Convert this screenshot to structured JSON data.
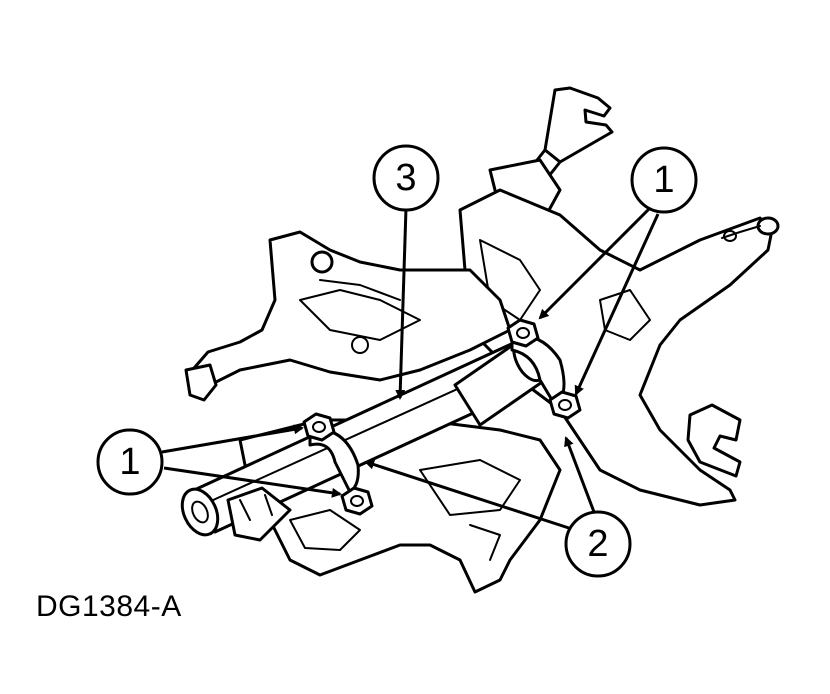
{
  "figure_code": "DG1384-A",
  "callouts": [
    {
      "id": "callout-1-upper",
      "number": "1"
    },
    {
      "id": "callout-1-lower",
      "number": "1"
    },
    {
      "id": "callout-2",
      "number": "2"
    },
    {
      "id": "callout-3",
      "number": "3"
    }
  ],
  "colors": {
    "line": "#000000",
    "background": "#ffffff"
  }
}
